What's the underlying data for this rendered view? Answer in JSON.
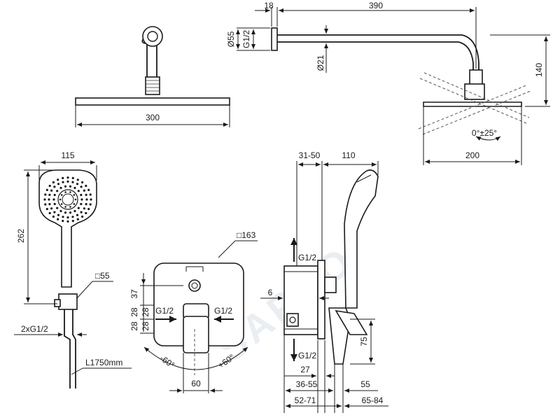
{
  "watermark": "SAPHO",
  "shower_head_front": {
    "width_label": "300"
  },
  "shower_head_side": {
    "arm_depth_label": "390",
    "flange_depth_label": "18",
    "flange_diameter_label": "Ø55",
    "flange_thread_label": "G1/2",
    "arm_diameter_label": "Ø21",
    "drop_height_label": "140",
    "tilt_label": "0°±25°",
    "head_width_label": "200"
  },
  "hand_shower": {
    "width_label": "115",
    "height_label": "262",
    "bracket_label": "□55",
    "thread_label": "2xG1/2",
    "hose_label": "L1750mm"
  },
  "mixer_front": {
    "plate_label": "□163",
    "dim_37": "37",
    "dim_28a": "28",
    "dim_28b": "28",
    "dim_28c": "28",
    "dim_28d": "28",
    "inlet_left_label": "G1/2",
    "inlet_right_label": "G1/2",
    "angle_left_label": "-60°",
    "angle_right_label": "+60°",
    "width_60_label": "60"
  },
  "mixer_side": {
    "dim_31_50": "31-50",
    "dim_110": "110",
    "outlet_up_label": "G1/2",
    "outlet_down_label": "G1/2",
    "dim_6": "6",
    "dim_75": "75",
    "dim_27": "27",
    "dim_36_55": "36-55",
    "dim_55": "55",
    "dim_52_71": "52-71",
    "dim_65_84": "65-84"
  }
}
